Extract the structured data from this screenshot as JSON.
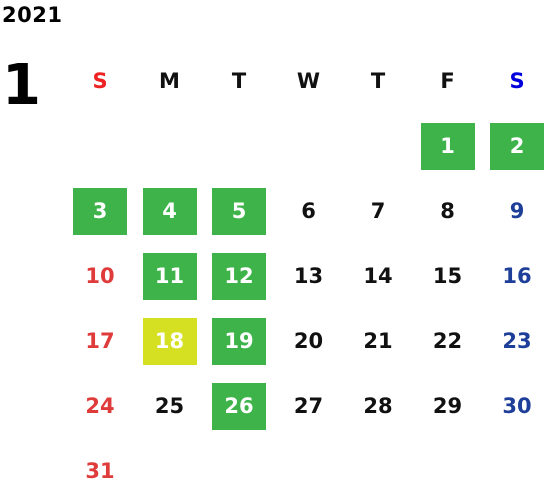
{
  "calendar": {
    "year": "2021",
    "month": "1",
    "weekdays": [
      {
        "label": "S",
        "color": "#ee2222"
      },
      {
        "label": "M",
        "color": "#111111"
      },
      {
        "label": "T",
        "color": "#111111"
      },
      {
        "label": "W",
        "color": "#111111"
      },
      {
        "label": "T",
        "color": "#111111"
      },
      {
        "label": "F",
        "color": "#111111"
      },
      {
        "label": "S",
        "color": "#0000dd"
      }
    ],
    "colors": {
      "sunday": "#e03b3b",
      "saturday": "#1e3f99",
      "weekday": "#111111",
      "highlight_green": "#3db34a",
      "highlight_yellow": "#d4e021"
    },
    "weeks": [
      [
        {
          "day": "",
          "hl": ""
        },
        {
          "day": "",
          "hl": ""
        },
        {
          "day": "",
          "hl": ""
        },
        {
          "day": "",
          "hl": ""
        },
        {
          "day": "",
          "hl": ""
        },
        {
          "day": "1",
          "hl": "green"
        },
        {
          "day": "2",
          "hl": "green"
        }
      ],
      [
        {
          "day": "3",
          "hl": "green"
        },
        {
          "day": "4",
          "hl": "green"
        },
        {
          "day": "5",
          "hl": "green"
        },
        {
          "day": "6",
          "hl": ""
        },
        {
          "day": "7",
          "hl": ""
        },
        {
          "day": "8",
          "hl": ""
        },
        {
          "day": "9",
          "hl": ""
        }
      ],
      [
        {
          "day": "10",
          "hl": ""
        },
        {
          "day": "11",
          "hl": "green"
        },
        {
          "day": "12",
          "hl": "green"
        },
        {
          "day": "13",
          "hl": ""
        },
        {
          "day": "14",
          "hl": ""
        },
        {
          "day": "15",
          "hl": ""
        },
        {
          "day": "16",
          "hl": ""
        }
      ],
      [
        {
          "day": "17",
          "hl": ""
        },
        {
          "day": "18",
          "hl": "yellow"
        },
        {
          "day": "19",
          "hl": "green"
        },
        {
          "day": "20",
          "hl": ""
        },
        {
          "day": "21",
          "hl": ""
        },
        {
          "day": "22",
          "hl": ""
        },
        {
          "day": "23",
          "hl": ""
        }
      ],
      [
        {
          "day": "24",
          "hl": ""
        },
        {
          "day": "25",
          "hl": ""
        },
        {
          "day": "26",
          "hl": "green"
        },
        {
          "day": "27",
          "hl": ""
        },
        {
          "day": "28",
          "hl": ""
        },
        {
          "day": "29",
          "hl": ""
        },
        {
          "day": "30",
          "hl": ""
        }
      ],
      [
        {
          "day": "31",
          "hl": ""
        },
        {
          "day": "",
          "hl": ""
        },
        {
          "day": "",
          "hl": ""
        },
        {
          "day": "",
          "hl": ""
        },
        {
          "day": "",
          "hl": ""
        },
        {
          "day": "",
          "hl": ""
        },
        {
          "day": "",
          "hl": ""
        }
      ]
    ]
  }
}
